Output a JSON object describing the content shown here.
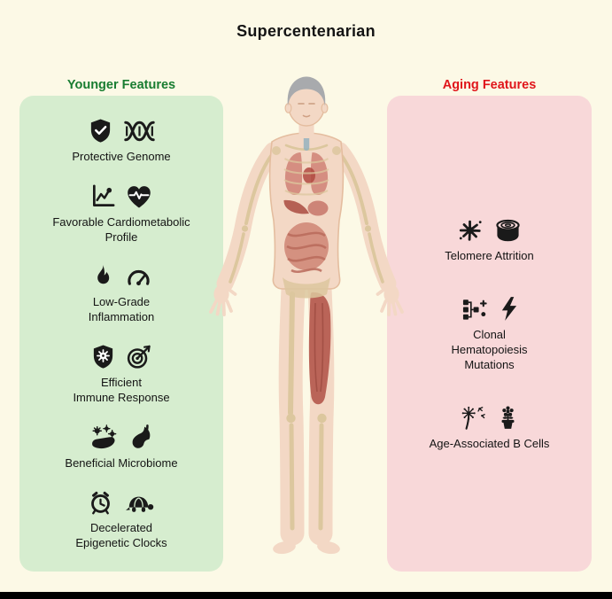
{
  "title": "Supercentenarian",
  "colors": {
    "background": "#FCF9E6",
    "younger_panel": "#D6EDCF",
    "aging_panel": "#F8D8D9",
    "younger_heading": "#187D31",
    "aging_heading": "#E0151B",
    "icon": "#1A1A1A",
    "text": "#141414",
    "bottom_bar": "#000000"
  },
  "panels": {
    "younger": {
      "heading": "Younger Features",
      "items": [
        {
          "label": "Protective Genome",
          "icons": [
            "shield-check-icon",
            "dna-icon"
          ]
        },
        {
          "label": "Favorable Cardiometabolic\nProfile",
          "icons": [
            "line-chart-icon",
            "heart-pulse-icon"
          ]
        },
        {
          "label": "Low-Grade\nInflammation",
          "icons": [
            "flame-icon",
            "gauge-icon"
          ]
        },
        {
          "label": "Efficient\nImmune Response",
          "icons": [
            "shield-virus-icon",
            "target-arrow-icon"
          ]
        },
        {
          "label": "Beneficial Microbiome",
          "icons": [
            "hand-microbes-icon",
            "stomach-icon"
          ]
        },
        {
          "label": "Decelerated\nEpigenetic Clocks",
          "icons": [
            "alarm-clock-icon",
            "turtle-icon"
          ]
        }
      ]
    },
    "aging": {
      "heading": "Aging Features",
      "items": [
        {
          "label": "Telomere Attrition",
          "icons": [
            "chromosome-splat-icon",
            "tree-stump-icon"
          ]
        },
        {
          "label": "Clonal\nHematopoiesis\nMutations",
          "icons": [
            "clonal-expansion-icon",
            "lightning-icon"
          ]
        },
        {
          "label": "Age-Associated B Cells",
          "icons": [
            "dandelion-icon",
            "potted-flower-icon"
          ]
        }
      ]
    }
  },
  "center_figure": {
    "name": "elderly human anatomical figure"
  }
}
